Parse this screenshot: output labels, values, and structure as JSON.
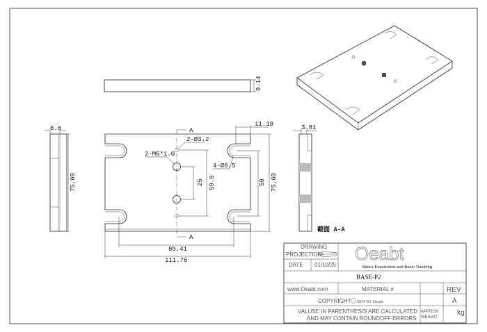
{
  "views": {
    "top": {
      "thickness": "9.14"
    },
    "front": {
      "slot_offset": "11.18",
      "small_holes": "2-Ø3.2",
      "tapped_holes": "2-M6*1.0",
      "slot_radius": "4-Ø6.5",
      "tapped_spacing": "25",
      "small_hole_spacing": "50.8",
      "slot_spacing": "50",
      "height": "75.69",
      "slot_center_width": "89.41",
      "width": "111.76",
      "section_mark": "A"
    },
    "side": {
      "width": "6.6",
      "height": "75.69"
    },
    "section": {
      "width": "3.81",
      "label": "截面 A-A"
    }
  },
  "title_block": {
    "drawing_label": "DRAWING",
    "projection_label": "PROJECTION",
    "date_label": "DATE",
    "date_value": "01/10/25",
    "logo_text": "Oeabt",
    "logo_tagline": "Optics Experiment and Basic Teaching",
    "part_name": "BASE-P2",
    "website": "www.Oeabt.com",
    "material_label": "MATERIAL #",
    "rev_label": "REV",
    "rev_value": "A",
    "copyright": "COPYRIGHT",
    "copyright_year": "2024 BY Oeabt",
    "note_line1": "VALUSE IN PARENTHESIS ARE CALCULATED",
    "note_line2": "AND MAY CONTAIN ROUNDOFF ERRORS",
    "approx_label": "APPROX",
    "weight_label": "WEIGHT",
    "weight_unit": "kg"
  }
}
